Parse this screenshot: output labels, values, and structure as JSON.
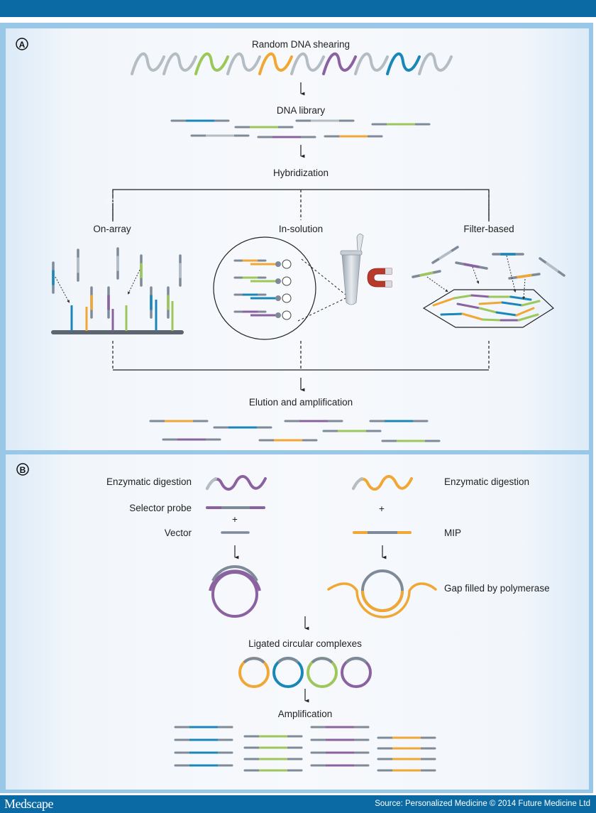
{
  "footer": {
    "logo": "Medscape",
    "source": "Source: Personalized Medicine © 2014 Future Medicine Ltd"
  },
  "colors": {
    "header_bar": "#0b6aa3",
    "frame": "#99c7e8",
    "gray_strand": "#7f8a99",
    "light_gray_strand": "#b4bcc4",
    "blue": "#1b86b8",
    "green": "#9cc75a",
    "orange": "#f0a733",
    "purple": "#8b62a0",
    "magnet_red": "#c0392b"
  },
  "panelA": {
    "marker": "A",
    "step1": "Random DNA shearing",
    "step2": "DNA library",
    "step3": "Hybridization",
    "methods": [
      "On-array",
      "In-solution",
      "Filter-based"
    ],
    "step4": "Elution and amplification"
  },
  "panelB": {
    "marker": "B",
    "left": {
      "digestion": "Enzymatic digestion",
      "probe": "Selector probe",
      "plus": "+",
      "vector": "Vector"
    },
    "right": {
      "digestion": "Enzymatic digestion",
      "plus": "+",
      "mip": "MIP",
      "gap": "Gap filled by polymerase"
    },
    "ligated": "Ligated circular complexes",
    "amplification": "Amplification"
  }
}
